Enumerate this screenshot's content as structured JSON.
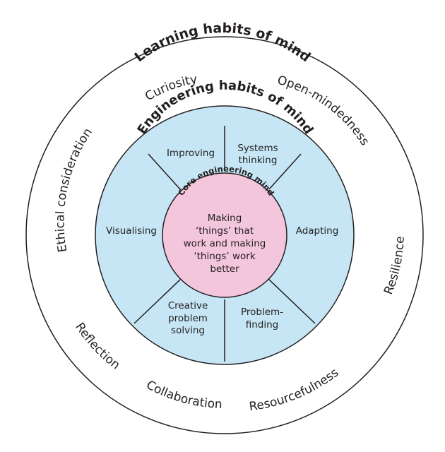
{
  "outer": {
    "title": "Learning habits of mind",
    "habits": {
      "curiosity": "Curiosity",
      "open_mindedness": "Open-mindedness",
      "resilience": "Resilience",
      "resourcefulness": "Resourcefulness",
      "collaboration": "Collaboration",
      "reflection": "Reflection",
      "ethical_consideration": "Ethical consideration"
    }
  },
  "middle": {
    "title": "Engineering habits of mind",
    "habits": {
      "improving": "Improving",
      "systems_1": "Systems",
      "systems_2": "thinking",
      "adapting": "Adapting",
      "problem_1": "Problem-",
      "problem_2": "finding",
      "creative_1": "Creative",
      "creative_2": "problem",
      "creative_3": "solving",
      "visualising": "Visualising"
    }
  },
  "core": {
    "title": "Core engineering mind",
    "lines": [
      "Making",
      "‘things’ that",
      "work and making",
      "‘things’ work",
      "better"
    ]
  },
  "colors": {
    "outer_fill": "#ffffff",
    "middle_fill": "#c6e6f5",
    "core_fill": "#f3c6dc",
    "stroke": "#231f20"
  }
}
